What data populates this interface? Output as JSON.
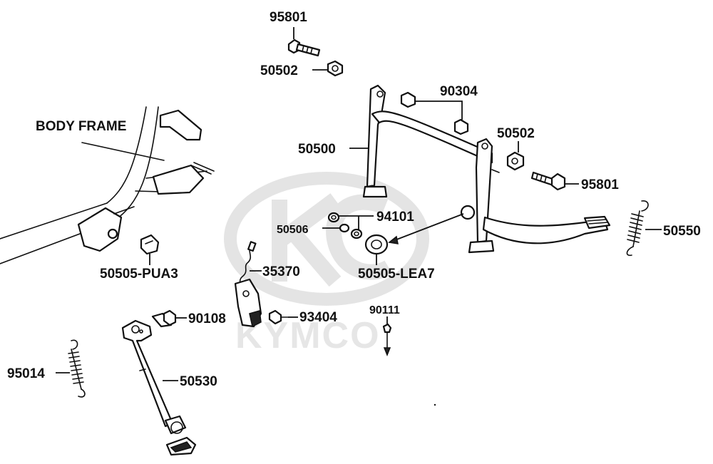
{
  "watermark": {
    "brand": "KYMCO"
  },
  "frame_label": "BODY   FRAME",
  "parts": [
    {
      "id": "p95801a",
      "number": "95801"
    },
    {
      "id": "p50502a",
      "number": "50502"
    },
    {
      "id": "p90304",
      "number": "90304"
    },
    {
      "id": "p50502b",
      "number": "50502"
    },
    {
      "id": "p50500",
      "number": "50500"
    },
    {
      "id": "p95801b",
      "number": "95801"
    },
    {
      "id": "p94101",
      "number": "94101"
    },
    {
      "id": "p50506",
      "number": "50506"
    },
    {
      "id": "p50550",
      "number": "50550"
    },
    {
      "id": "p50505lea7",
      "number": "50505-LEA7"
    },
    {
      "id": "p50505pua3",
      "number": "50505-PUA3"
    },
    {
      "id": "p35370",
      "number": "35370"
    },
    {
      "id": "p90108",
      "number": "90108"
    },
    {
      "id": "p93404",
      "number": "93404"
    },
    {
      "id": "p90111",
      "number": "90111"
    },
    {
      "id": "p95014",
      "number": "95014"
    },
    {
      "id": "p50530",
      "number": "50530"
    }
  ]
}
